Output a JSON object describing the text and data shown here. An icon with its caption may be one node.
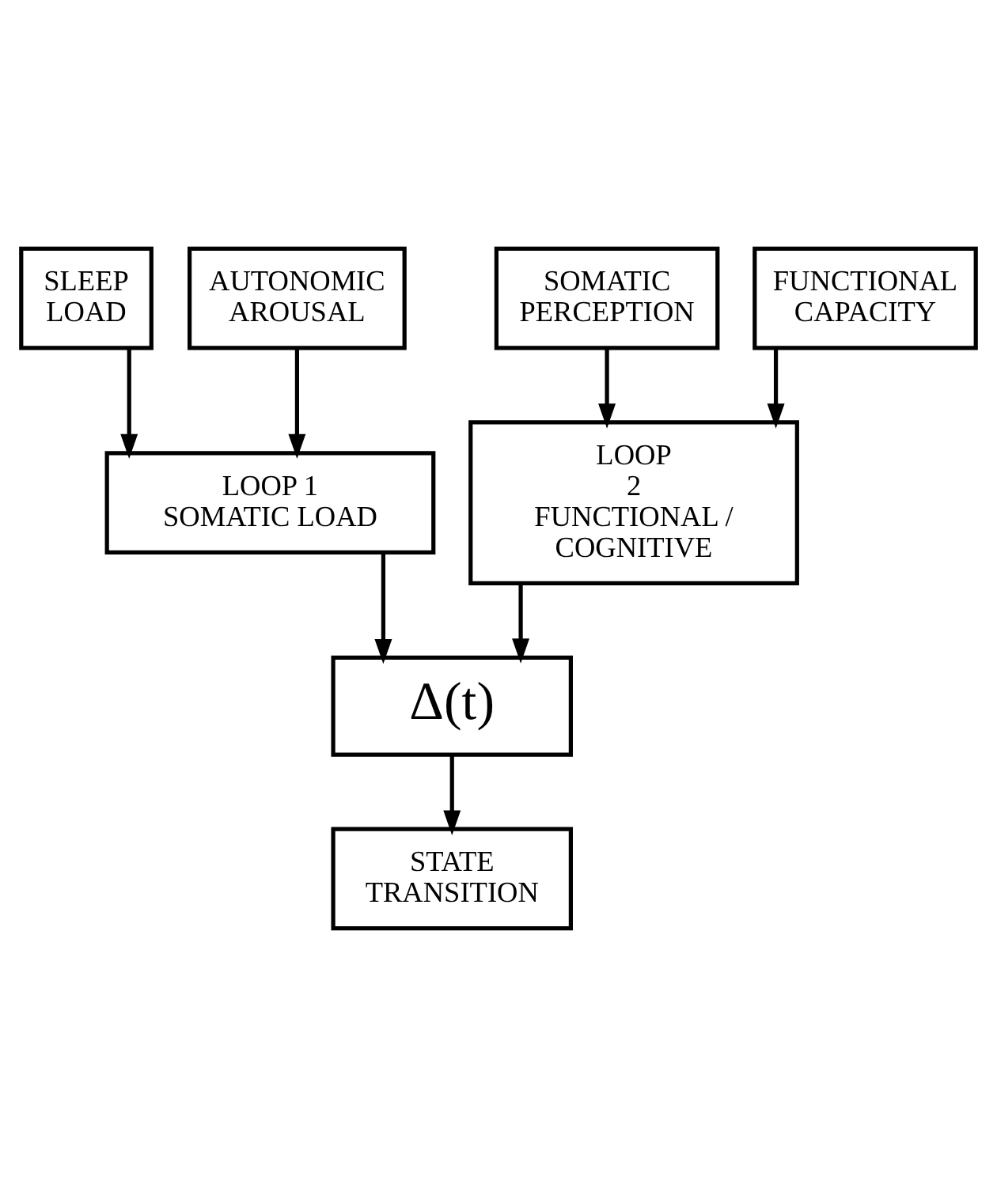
{
  "diagram": {
    "nodes": [
      {
        "text": [
          "SLEEP LOAD"
        ]
      },
      {
        "text": [
          "AUTONOMIC AROUSAL"
        ]
      },
      {
        "text": [
          "SOMATIC PERCEPTION"
        ]
      },
      {
        "text": [
          "FUNCTIONAL CAPACITY"
        ]
      },
      {
        "text": [
          "LOOP 1",
          "SOMATIC LOAD"
        ]
      },
      {
        "text": [
          "LOOP 2",
          "FUNCTIONAL / COGNITIVE"
        ]
      },
      {
        "text": [
          "Δ(t)"
        ]
      },
      {
        "text": [
          "STATE TRANSITION"
        ]
      }
    ],
    "edges": [
      {
        "from": 0,
        "to": 4,
        "arrow": "to"
      },
      {
        "from": 1,
        "to": 4,
        "arrow": "to"
      },
      {
        "from": 2,
        "to": 5,
        "arrow": "to"
      },
      {
        "from": 3,
        "to": 5,
        "arrow": "to"
      },
      {
        "from": 4,
        "to": 6,
        "arrow": "to"
      },
      {
        "from": 5,
        "to": 6,
        "arrow": "to"
      },
      {
        "from": 6,
        "to": 7,
        "arrow": "to"
      }
    ]
  }
}
